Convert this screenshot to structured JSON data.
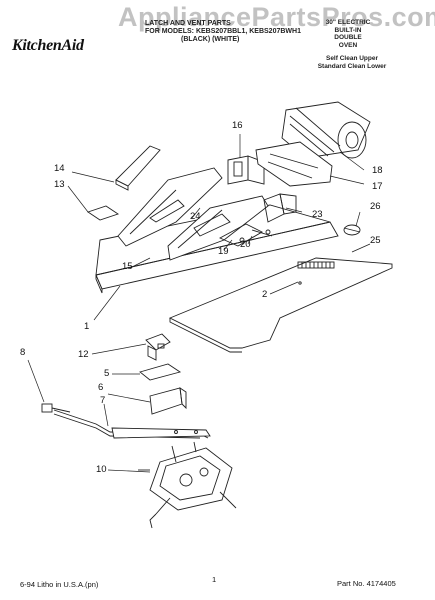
{
  "watermark": "AppliancePartsPros.com",
  "brand": "KitchenAid",
  "header": {
    "title": "LATCH AND VENT PARTS",
    "models_line": "FOR MODELS: KEBS207BBL1, KEBS207BWH1",
    "colors_line": "(BLACK)     (WHITE)",
    "right_block": [
      "30\" ELECTRIC",
      "BUILT-IN",
      "DOUBLE",
      "OVEN"
    ],
    "right_block2": [
      "Self Clean Upper",
      "Standard Clean Lower"
    ]
  },
  "callouts": [
    "1",
    "2",
    "5",
    "6",
    "7",
    "8",
    "10",
    "12",
    "13",
    "14",
    "15",
    "16",
    "17",
    "18",
    "19",
    "20",
    "23",
    "24",
    "25",
    "26"
  ],
  "footer": {
    "left": "6-94 Litho in U.S.A.(pn)",
    "page": "1",
    "part_no": "Part No. 4174405"
  }
}
